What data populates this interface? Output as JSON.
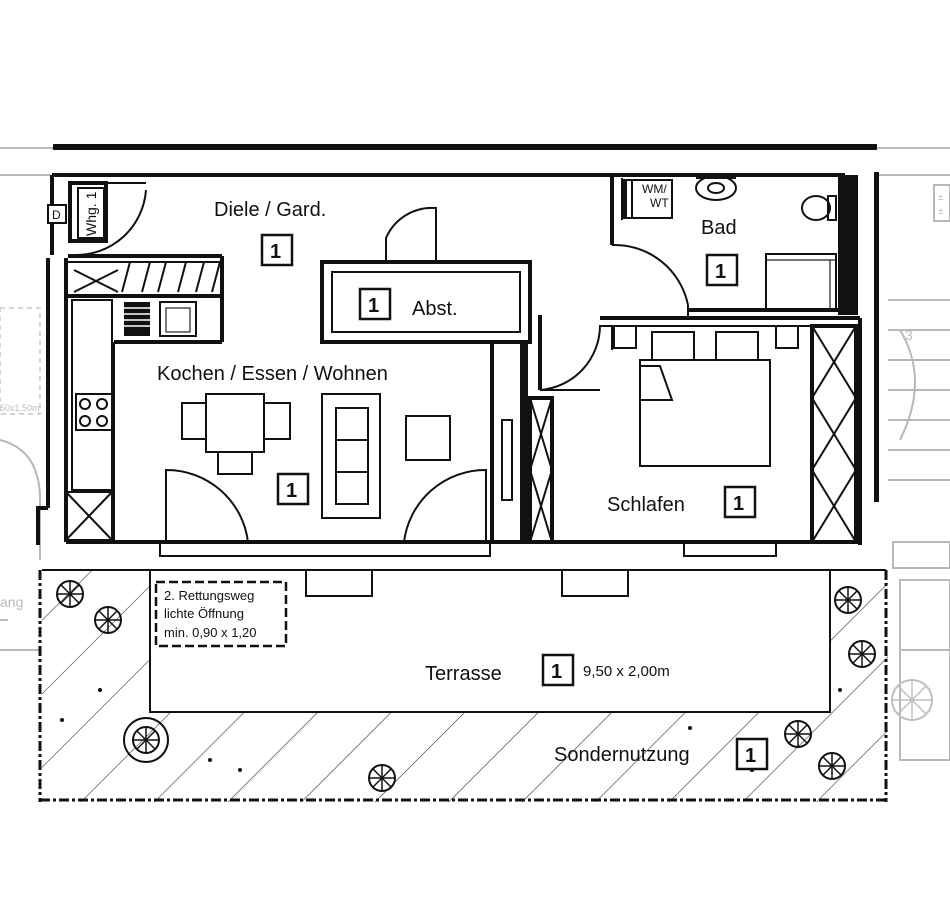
{
  "rooms": {
    "diele": {
      "label": "Diele / Gard.",
      "unit": "1"
    },
    "abst": {
      "label": "Abst.",
      "unit": "1"
    },
    "bad": {
      "label": "Bad",
      "unit": "1",
      "fixture": "WM/\nWT"
    },
    "kochen": {
      "label": "Kochen / Essen / Wohnen",
      "unit": "1"
    },
    "schlafen": {
      "label": "Schlafen",
      "unit": "1"
    },
    "terrasse": {
      "label": "Terrasse",
      "unit": "1",
      "size": "9,50 x 2,00m"
    },
    "sondernutzung": {
      "label": "Sondernutzung",
      "unit": "1"
    }
  },
  "apartment_tag": "Whg. 1",
  "entry_marker": "D",
  "rescue_note": {
    "line1": "2. Rettungsweg",
    "line2": "lichte Öffnung",
    "line3": "min. 0,90 x 1,20"
  },
  "faded_texts": {
    "left_dim": "50x1,50m",
    "left_word": "ang"
  },
  "colors": {
    "line": "#111111",
    "faded": "#b8b8b8",
    "background": "#ffffff"
  }
}
